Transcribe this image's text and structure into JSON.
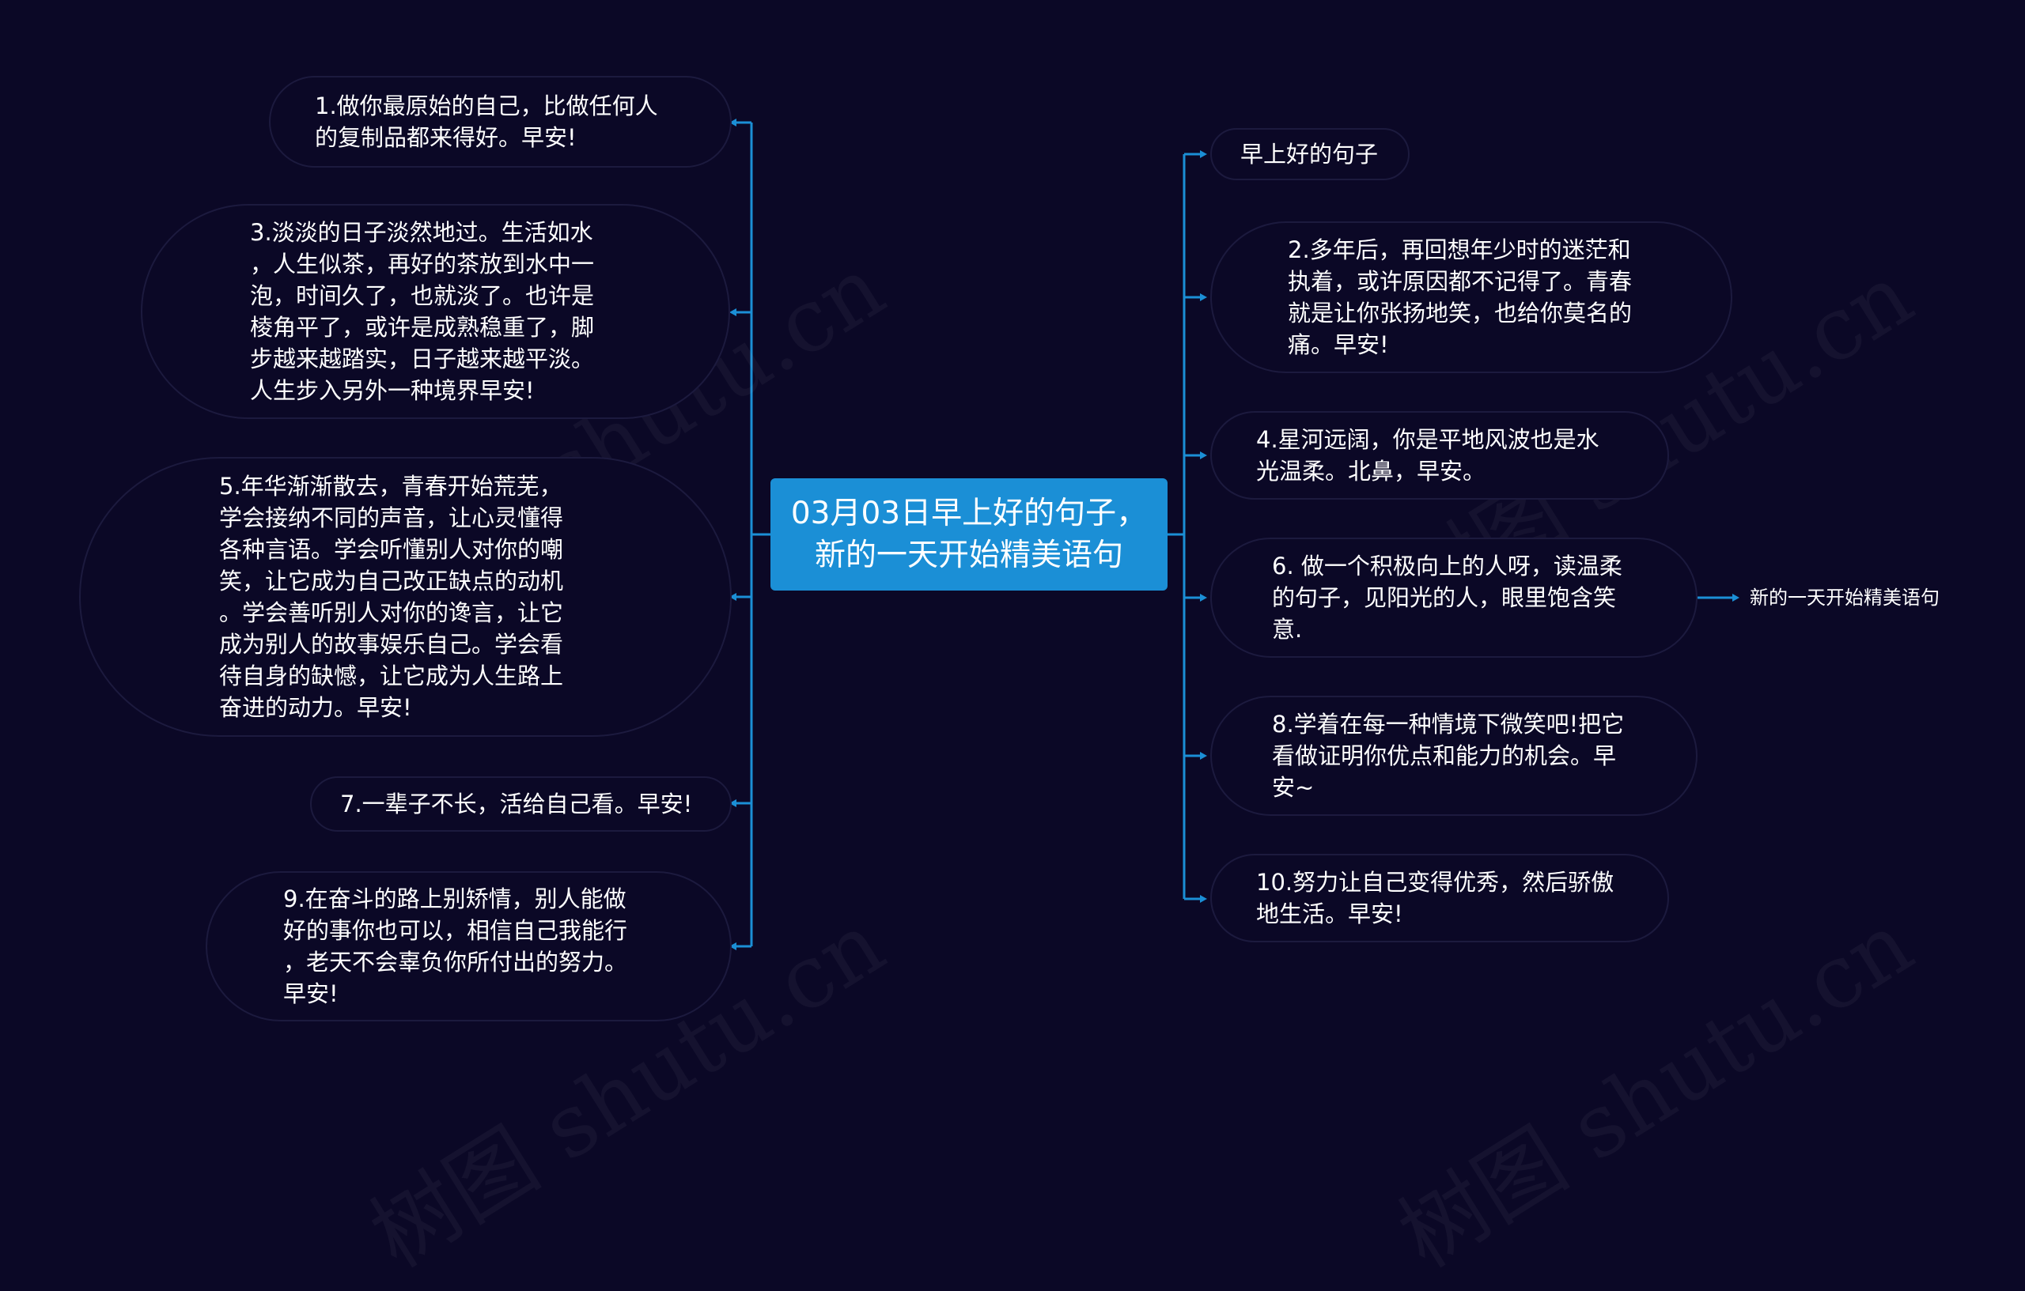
{
  "root": {
    "title": "03月03日早上好的句子，\n新的一天开始精美语句"
  },
  "left_nodes": [
    {
      "text": "1.做你最原始的自己，比做任何人\n的复制品都来得好。早安!"
    },
    {
      "text": "3.淡淡的日子淡然地过。生活如水\n，人生似茶，再好的茶放到水中一\n泡，时间久了，也就淡了。也许是\n棱角平了，或许是成熟稳重了，脚\n步越来越踏实，日子越来越平淡。\n人生步入另外一种境界早安!"
    },
    {
      "text": "5.年华渐渐散去，青春开始荒芜，\n学会接纳不同的声音，让心灵懂得\n各种言语。学会听懂别人对你的嘲\n笑，让它成为自己改正缺点的动机\n。学会善听别人对你的谗言，让它\n成为别人的故事娱乐自己。学会看\n待自身的缺憾，让它成为人生路上\n奋进的动力。早安!"
    },
    {
      "text": "7.一辈子不长，活给自己看。早安!"
    },
    {
      "text": "9.在奋斗的路上别矫情，别人能做\n好的事你也可以，相信自己我能行\n，老天不会辜负你所付出的努力。\n早安!"
    }
  ],
  "right_nodes": [
    {
      "text": "早上好的句子"
    },
    {
      "text": "2.多年后，再回想年少时的迷茫和\n执着，或许原因都不记得了。青春\n就是让你张扬地笑，也给你莫名的\n痛。早安!"
    },
    {
      "text": "4.星河远阔，你是平地风波也是水\n光温柔。北鼻，早安。"
    },
    {
      "text": "6. 做一个积极向上的人呀，读温柔\n的句子，见阳光的人，眼里饱含笑\n意."
    },
    {
      "text": "8.学着在每一种情境下微笑吧!把它\n看做证明你优点和能力的机会。早\n安~"
    },
    {
      "text": "10.努力让自己变得优秀，然后骄傲\n地生活。早安!"
    }
  ],
  "child_leaf": {
    "text": "新的一天开始精美语句"
  },
  "watermark": {
    "text": "树图 shutu.cn"
  },
  "colors": {
    "background": "#0b0826",
    "root_fill": "#1b8fd6",
    "connector": "#1b8fd6",
    "node_border": "#1c1a3e",
    "text": "#ffffff"
  }
}
